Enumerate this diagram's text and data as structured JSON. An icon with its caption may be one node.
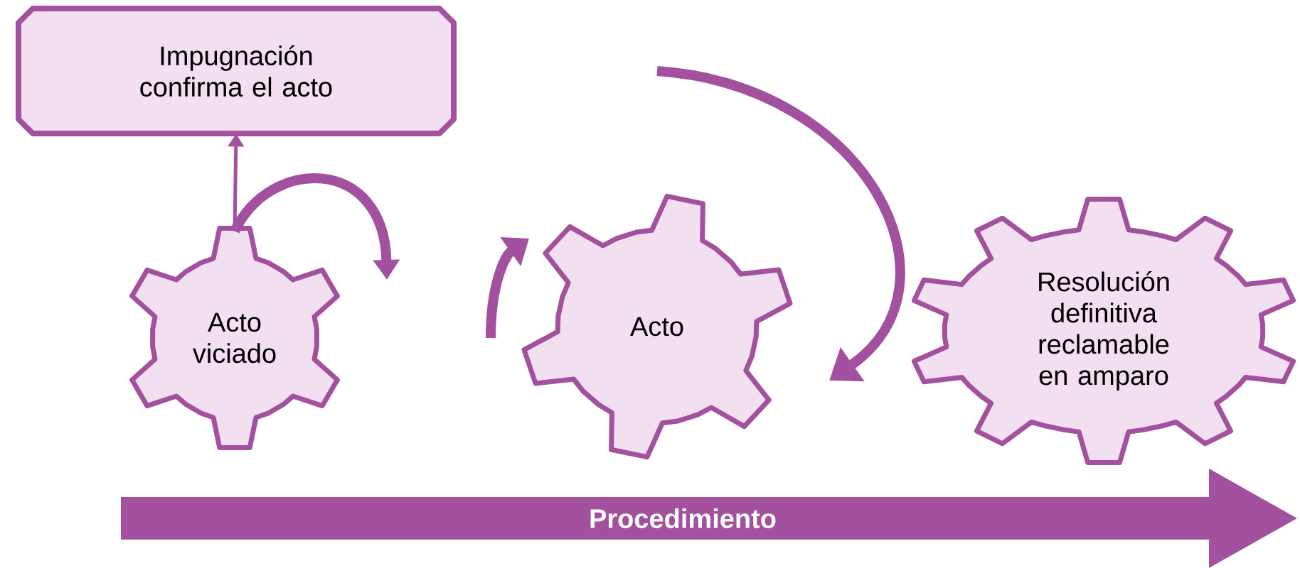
{
  "diagram": {
    "nodes": [
      {
        "text": [
          "Impugnación confirma el acto"
        ]
      },
      {
        "text": [
          "Acto viciado"
        ]
      },
      {
        "text": [
          "Acto"
        ]
      },
      {
        "text": [
          "Resolución definitiva reclamable en amparo"
        ]
      },
      {
        "text": [
          "Procedimiento"
        ]
      }
    ],
    "edges": [
      {
        "from": 1,
        "to": 0,
        "arrow": "to"
      },
      {
        "from": 1,
        "to": null,
        "arrow": "to",
        "style": "thick"
      }
    ]
  }
}
